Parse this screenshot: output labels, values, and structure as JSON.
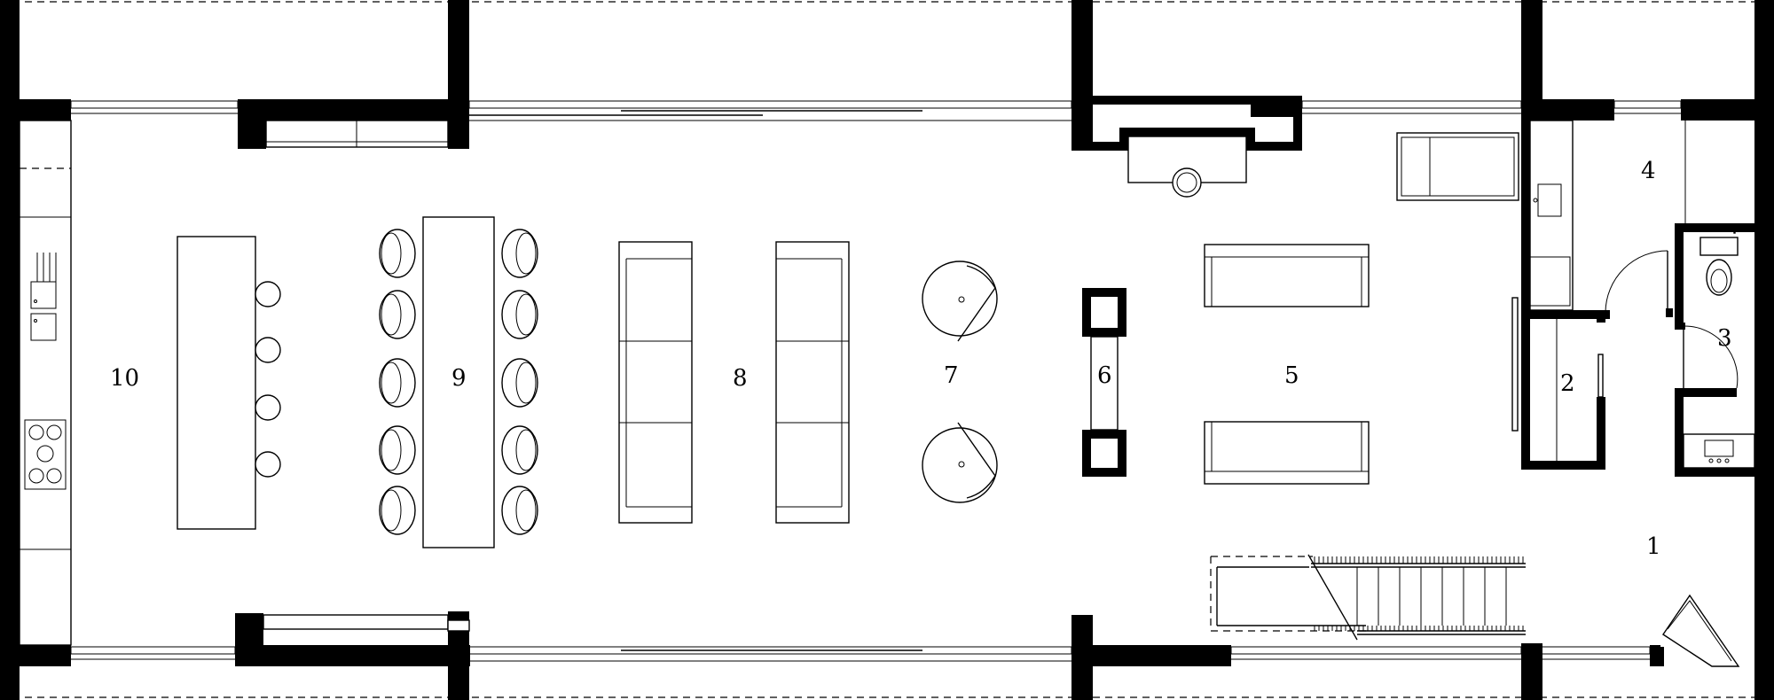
{
  "room_labels": {
    "r1": "1",
    "r2": "2",
    "r3": "3",
    "r4": "4",
    "r5": "5",
    "r6": "6",
    "r7": "7",
    "r8": "8",
    "r9": "9",
    "r10": "10"
  }
}
